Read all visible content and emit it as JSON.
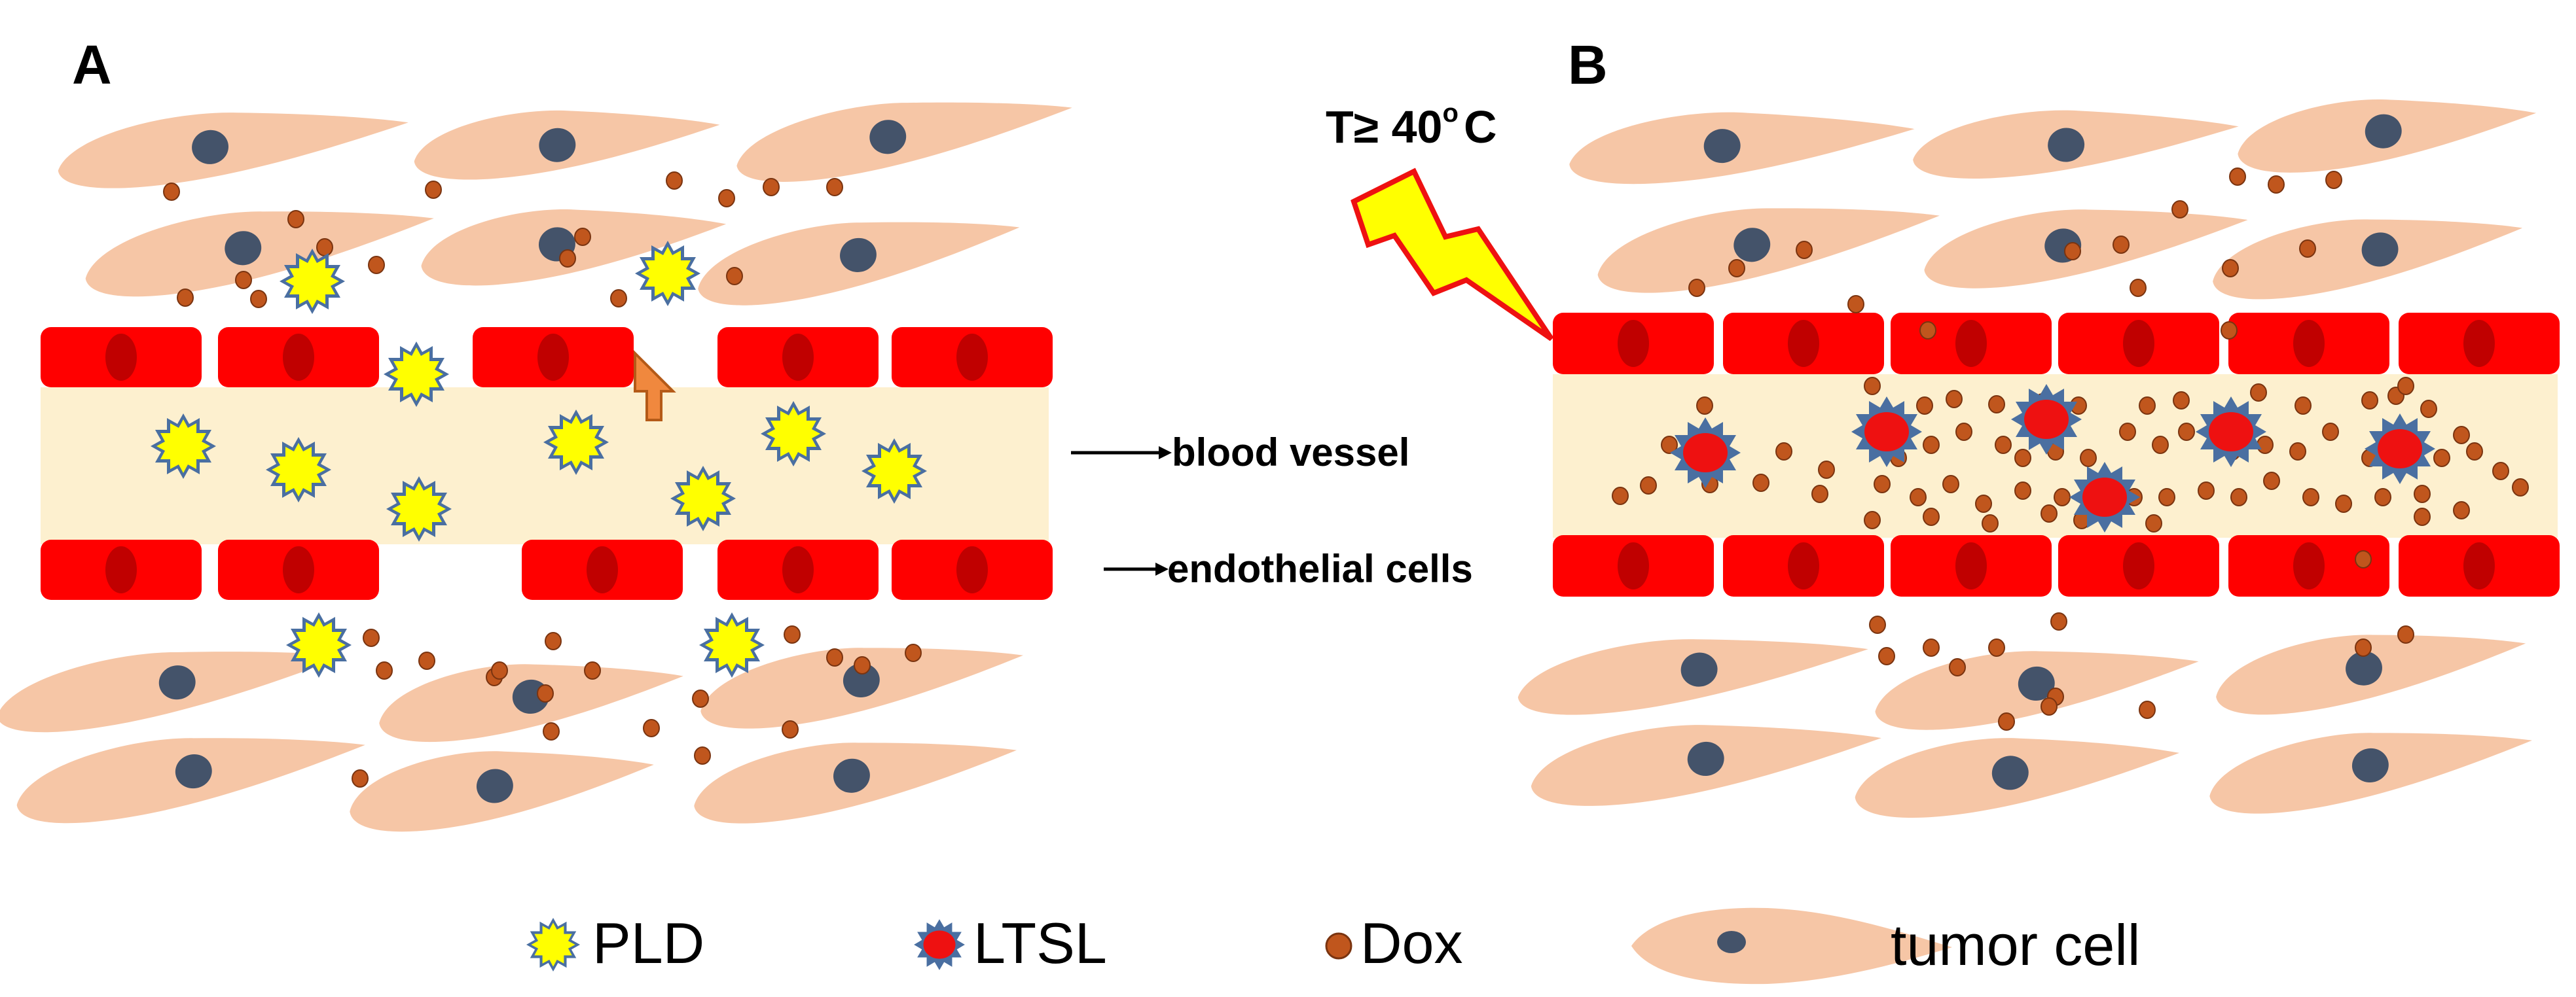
{
  "panels": {
    "a": {
      "label": "A"
    },
    "b": {
      "label": "B",
      "temperature": "T≥ 40",
      "degree": "o",
      "unit": "C"
    }
  },
  "annotations": {
    "vessel": "blood vessel",
    "endothelial": "endothelial cells"
  },
  "legend": {
    "pld": "PLD",
    "ltsl": "LTSL",
    "dox": "Dox",
    "tumor": "tumor cell"
  },
  "colors": {
    "tumor_cell": "#f6c6a6",
    "nucleus": "#44536a",
    "endothelial": "#ff0000",
    "endo_nucleus": "#c00000",
    "vessel_lumen": "#fdf0cf",
    "pld_fill": "#ffff00",
    "liposome_border": "#4a6fa1",
    "dox": "#c0561d",
    "arrow": "#f0883e",
    "lightning": "#ffff00"
  }
}
